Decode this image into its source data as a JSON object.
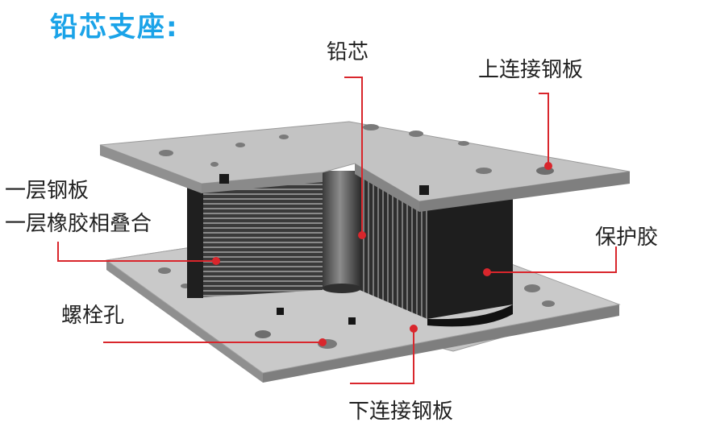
{
  "title": "铅芯支座:",
  "labels": {
    "lead_core": "铅芯",
    "upper_plate": "上连接钢板",
    "steel_layer": "一层钢板",
    "rubber_layer": "一层橡胶相叠合",
    "protective_rubber": "保护胶",
    "bolt_hole": "螺栓孔",
    "lower_plate": "下连接钢板"
  },
  "colors": {
    "title": "#1aa3e8",
    "leader": "#d9262c",
    "plate": "#b9b9b9",
    "rubber": "#2a2a2a"
  }
}
